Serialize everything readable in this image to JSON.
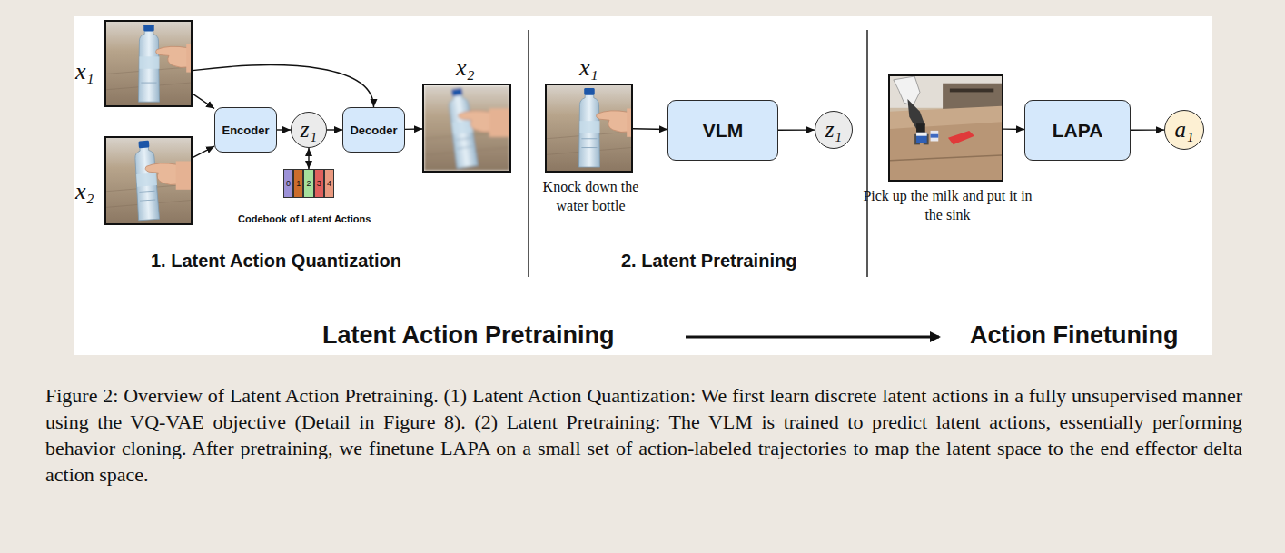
{
  "diagram": {
    "caption": "Figure 2: Overview of Latent Action Pretraining. (1) Latent Action Quantization: We first learn discrete latent actions in a fully unsupervised manner using the VQ-VAE objective (Detail in Figure 8). (2) Latent Pretraining: The VLM is trained to predict latent actions, essentially performing behavior cloning. After pretraining, we finetune LAPA on a small set of action-labeled trajectories to map the latent space to the end effector delta action space.",
    "nodes": [
      {
        "text": [
          "x₁"
        ]
      },
      {
        "text": [
          "x₂"
        ]
      },
      {
        "text": [
          "Encoder"
        ]
      },
      {
        "text": [
          "z₁"
        ]
      },
      {
        "text": [
          "0"
        ]
      },
      {
        "text": [
          "1"
        ]
      },
      {
        "text": [
          "2"
        ]
      },
      {
        "text": [
          "3"
        ]
      },
      {
        "text": [
          "4"
        ]
      },
      {
        "text": [
          "Decoder"
        ]
      },
      {
        "text": [
          "x₂"
        ]
      },
      {
        "text": [
          "x₁",
          "Knock down the water bottle"
        ]
      },
      {
        "text": [
          "VLM"
        ]
      },
      {
        "text": [
          "z₁"
        ]
      },
      {
        "text": [
          "Pick up the milk and put it in the sink"
        ]
      },
      {
        "text": [
          "LAPA"
        ]
      },
      {
        "text": [
          "a₁"
        ]
      }
    ],
    "edges": [
      {
        "from": 0,
        "to": 2,
        "arrow": "to"
      },
      {
        "from": 1,
        "to": 2,
        "arrow": "to"
      },
      {
        "from": 0,
        "to": 9,
        "arrow": "to"
      },
      {
        "from": 2,
        "to": 3,
        "arrow": "to"
      },
      {
        "from": 3,
        "to": 9,
        "arrow": "to"
      },
      {
        "from": 3,
        "to": 6,
        "arrow": "both"
      },
      {
        "from": 9,
        "to": 10,
        "arrow": "to"
      },
      {
        "from": 11,
        "to": 12,
        "arrow": "to"
      },
      {
        "from": 12,
        "to": 13,
        "arrow": "to"
      },
      {
        "from": 14,
        "to": 15,
        "arrow": "to"
      },
      {
        "from": 15,
        "to": 16,
        "arrow": "to"
      }
    ],
    "labels": [
      "Codebook of Latent Actions",
      "1. Latent Action Quantization",
      "2. Latent Pretraining",
      "Latent Action Pretraining",
      "Action Finetuning"
    ]
  }
}
